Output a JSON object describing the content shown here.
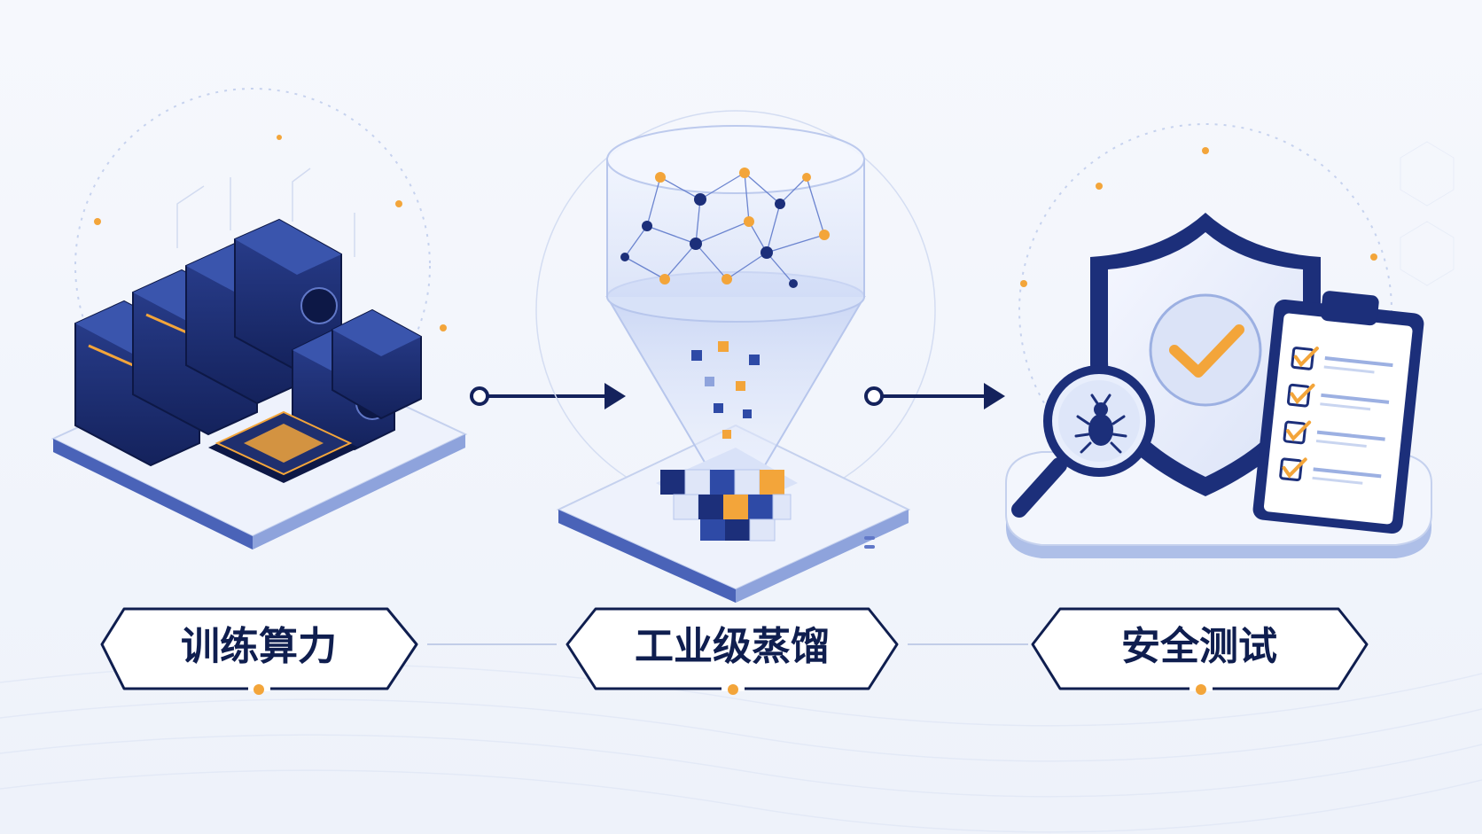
{
  "steps": [
    {
      "label": "训练算力",
      "icon": "gpu-server-icon"
    },
    {
      "label": "工业级蒸馏",
      "icon": "distillation-funnel-icon"
    },
    {
      "label": "安全测试",
      "icon": "security-shield-icon"
    }
  ],
  "colors": {
    "navy": "#1c2f7a",
    "accent_orange": "#f3a53a",
    "label_border": "#0f1e4f",
    "platform": "#e9eefb"
  }
}
